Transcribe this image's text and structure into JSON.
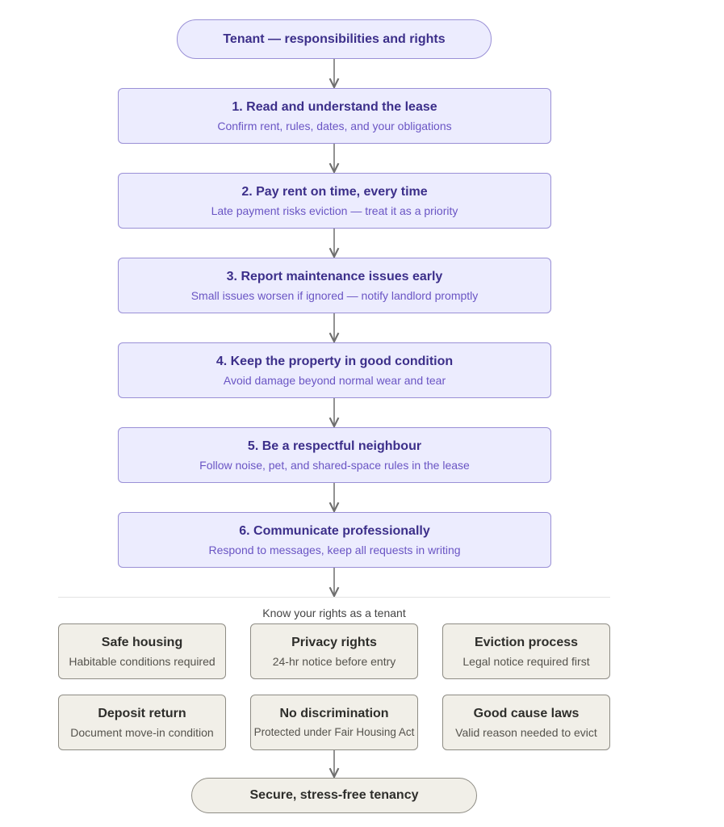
{
  "colors": {
    "step_fill": "#ececfe",
    "step_border": "#9a90d6",
    "step_title": "#3c2f8a",
    "step_subtitle": "#6a55c4",
    "rights_fill": "#f1efe8",
    "rights_border": "#8e8c84",
    "arrow": "#6e6e6e"
  },
  "start": {
    "label": "Tenant — responsibilities and rights"
  },
  "steps": [
    {
      "title": "1. Read and understand the lease",
      "subtitle": "Confirm rent, rules, dates, and your obligations"
    },
    {
      "title": "2. Pay rent on time, every time",
      "subtitle": "Late payment risks eviction — treat it as a priority"
    },
    {
      "title": "3. Report maintenance issues early",
      "subtitle": "Small issues worsen if ignored — notify landlord promptly"
    },
    {
      "title": "4. Keep the property in good condition",
      "subtitle": "Avoid damage beyond normal wear and tear"
    },
    {
      "title": "5. Be a respectful neighbour",
      "subtitle": "Follow noise, pet, and shared-space rules in the lease"
    },
    {
      "title": "6. Communicate professionally",
      "subtitle": "Respond to messages, keep all requests in writing"
    }
  ],
  "rights": {
    "label": "Know your rights as a tenant",
    "items": [
      {
        "title": "Safe housing",
        "subtitle": "Habitable conditions required"
      },
      {
        "title": "Privacy rights",
        "subtitle": "24-hr notice before entry"
      },
      {
        "title": "Eviction process",
        "subtitle": "Legal notice required first"
      },
      {
        "title": "Deposit return",
        "subtitle": "Document move-in condition"
      },
      {
        "title": "No discrimination",
        "subtitle": "Protected under Fair Housing Act"
      },
      {
        "title": "Good cause laws",
        "subtitle": "Valid reason needed to evict"
      }
    ]
  },
  "end": {
    "label": "Secure, stress-free tenancy"
  }
}
